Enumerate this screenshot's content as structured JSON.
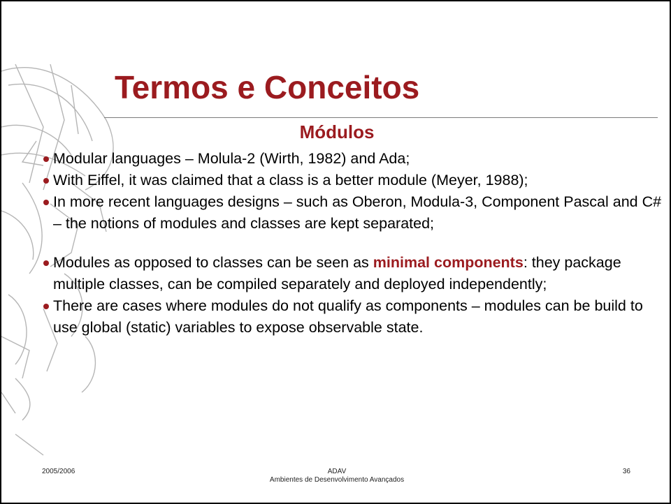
{
  "slide": {
    "title": "Termos e Conceitos",
    "subtitle": "Módulos",
    "bullets": [
      "Modular languages – Molula-2 (Wirth, 1982) and Ada;",
      "With Eiffel, it was claimed that a class is a better module (Meyer, 1988);",
      "In more recent languages designs – such as Oberon, Modula-3, Component Pascal and C# – the notions of modules and classes are kept separated;",
      {
        "before": "Modules as opposed to classes can be seen as ",
        "highlight": "minimal components",
        "after": ": they package multiple classes, can be compiled separately and deployed independently;"
      },
      "There are cases where modules do not qualify as components – modules can be build to use global (static) variables to expose observable state."
    ]
  },
  "footer": {
    "left": "2005/2006",
    "center_line1": "ADAV",
    "center_line2": "Ambientes de Desenvolvimento Avançados",
    "right": "36"
  },
  "colors": {
    "accent": "#9b1b1f",
    "rule": "#7a7a7a"
  }
}
